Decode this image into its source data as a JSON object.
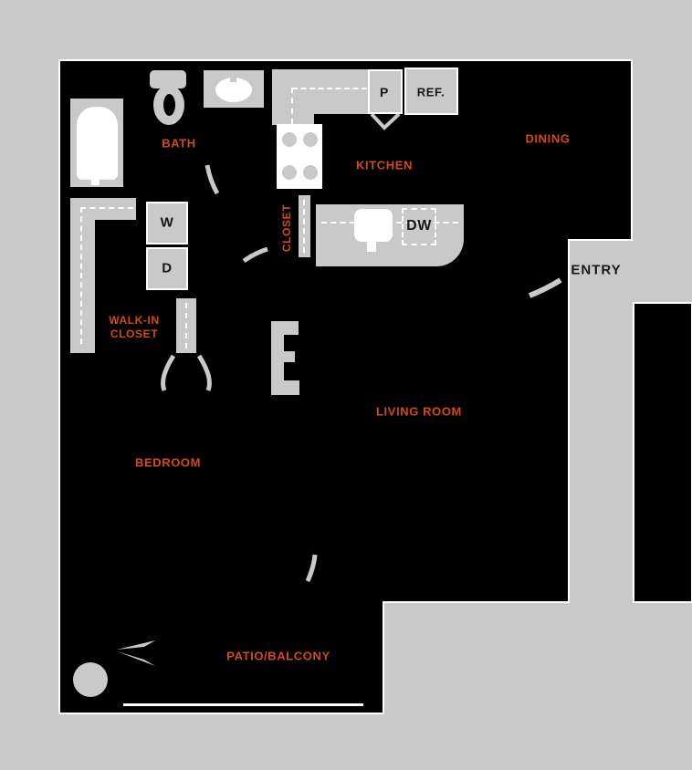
{
  "colors": {
    "background": "#c9c9c9",
    "floor": "#000000",
    "fixture": "#c9c9c9",
    "accent_label": "#d34a15",
    "dark_label": "#161616",
    "outline": "#ffffff"
  },
  "rooms": {
    "bath": {
      "label": "BATH"
    },
    "kitchen": {
      "label": "KITCHEN"
    },
    "dining": {
      "label": "DINING"
    },
    "closet": {
      "label": "CLOSET"
    },
    "walk_in_closet": {
      "line1": "WALK-IN",
      "line2": "CLOSET"
    },
    "living_room": {
      "label": "LIVING ROOM"
    },
    "bedroom": {
      "label": "BEDROOM"
    },
    "patio": {
      "label": "PATIO/BALCONY"
    },
    "entry": {
      "label": "ENTRY"
    }
  },
  "appliances": {
    "pantry": "P",
    "refrigerator": "REF.",
    "dishwasher": "DW",
    "washer": "W",
    "dryer": "D"
  }
}
